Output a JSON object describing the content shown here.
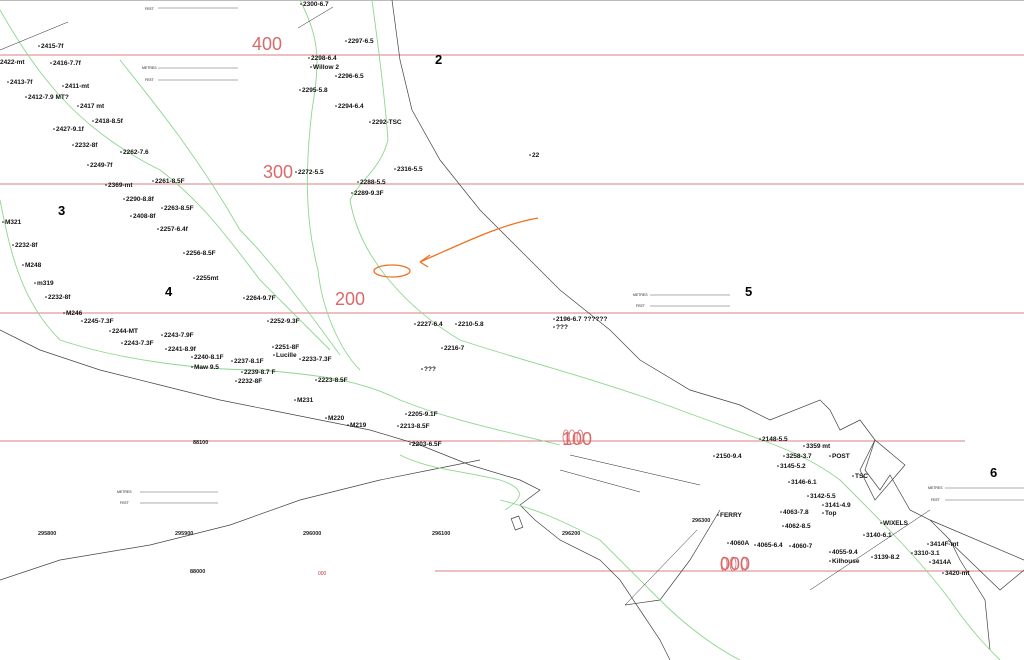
{
  "colors": {
    "channel": "#7fd67f",
    "coast": "#333333",
    "grid": "#d07070",
    "annotation": "#f07020"
  },
  "stations": {
    "s400": "400",
    "s300": "300",
    "s200": "200",
    "s100": "100",
    "s000": "000"
  },
  "sections": [
    "2",
    "3",
    "4",
    "5",
    "6"
  ],
  "grid_labels": [
    "295800",
    "295900",
    "296000",
    "296100",
    "296200",
    "296300",
    "88100",
    "88000",
    "000"
  ],
  "scale": {
    "metres": "METRES",
    "feet": "FEET"
  },
  "soundings": [
    "2300-6.7",
    "2297-6.5",
    "2298-6.4",
    "Willow 2",
    "2296-6.5",
    "2295-5.8",
    "2294-6.4",
    "2292-TSC",
    "2272-5.5",
    "2316-5.5",
    "2288-5.5",
    "2289-9.3F",
    "2415-7f",
    "2416-7.7f",
    "2422-mt",
    "2413-7f",
    "2411-mt",
    "2412-7.9 MT?",
    "2417 mt",
    "2427-9.1f",
    "2418-8.5f",
    "2232-8f",
    "2262-7.6",
    "2249-7f",
    "2261-8.5F",
    "2369-mt",
    "2290-8.8f",
    "2263-8.5F",
    "2408-8f",
    "2257-6.4f",
    "M321",
    "2232-8f",
    "M248",
    "m319",
    "2232-8f",
    "2256-8.5F",
    "2255mt",
    "2264-9.7F",
    "2252-9.3F",
    "M246",
    "2245-7.3F",
    "2244-MT",
    "2243-7.3F",
    "2243-7.9F",
    "2241-8.9f",
    "2240-8.1F",
    "2237-8.1F",
    "Maw 9.5",
    "2239-8.7 F",
    "2232-8F",
    "2251-8F",
    "Lucille",
    "2233-7.3F",
    "2223-8.5F",
    "M231",
    "M220",
    "M219",
    "2205-9.1F",
    "2213-8.5F",
    "2203-6.5F",
    "2227-6.4",
    "2210-5.8",
    "2196-6.7 ??????",
    "???",
    "???",
    "2216-7",
    "2148-5.5",
    "3359 mt",
    "POST",
    "3258-3.7",
    "3145-5.2",
    "3146-6.1",
    "3142-5.5",
    "3141-4.9",
    "Top",
    "FERRY",
    "TSC",
    "4063-7.8",
    "4062-8.5",
    "WIXELS",
    "3140-6.1",
    "3414F-mt",
    "3414A",
    "3139-8.2",
    "3310-3.1",
    "3420-mt",
    "4060-7",
    "4065-6.4",
    "4060A",
    "4055-9.4",
    "Kilhouse",
    "2150-9.4",
    "22",
    "296300"
  ]
}
